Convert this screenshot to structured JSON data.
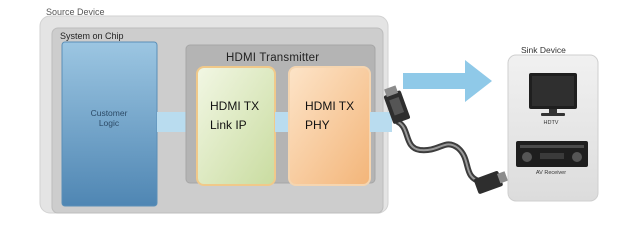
{
  "diagram": {
    "source_device": "Source Device",
    "system_on_chip": "System on Chip",
    "customer_logic": "Customer Logic",
    "hdmi_transmitter": "HDMI Transmitter",
    "link_ip": "HDMI TX Link IP",
    "tx_phy": "HDMI TX PHY",
    "sink_device": "Sink Device",
    "hdtv": "HDTV",
    "av_receiver": "AV Receiver"
  },
  "colors": {
    "source_bg": "#e4e4e4",
    "soc_bg": "#cccccc",
    "logic_fill": "#6fa3c9",
    "transmitter_bg": "#b6b6b6",
    "link_fill": "#dde9c0",
    "phy_fill": "#f7c99c",
    "connector_blue": "#b9dcef",
    "arrow_blue": "#8fc9e8",
    "sink_bg": "#e9e9e9"
  }
}
